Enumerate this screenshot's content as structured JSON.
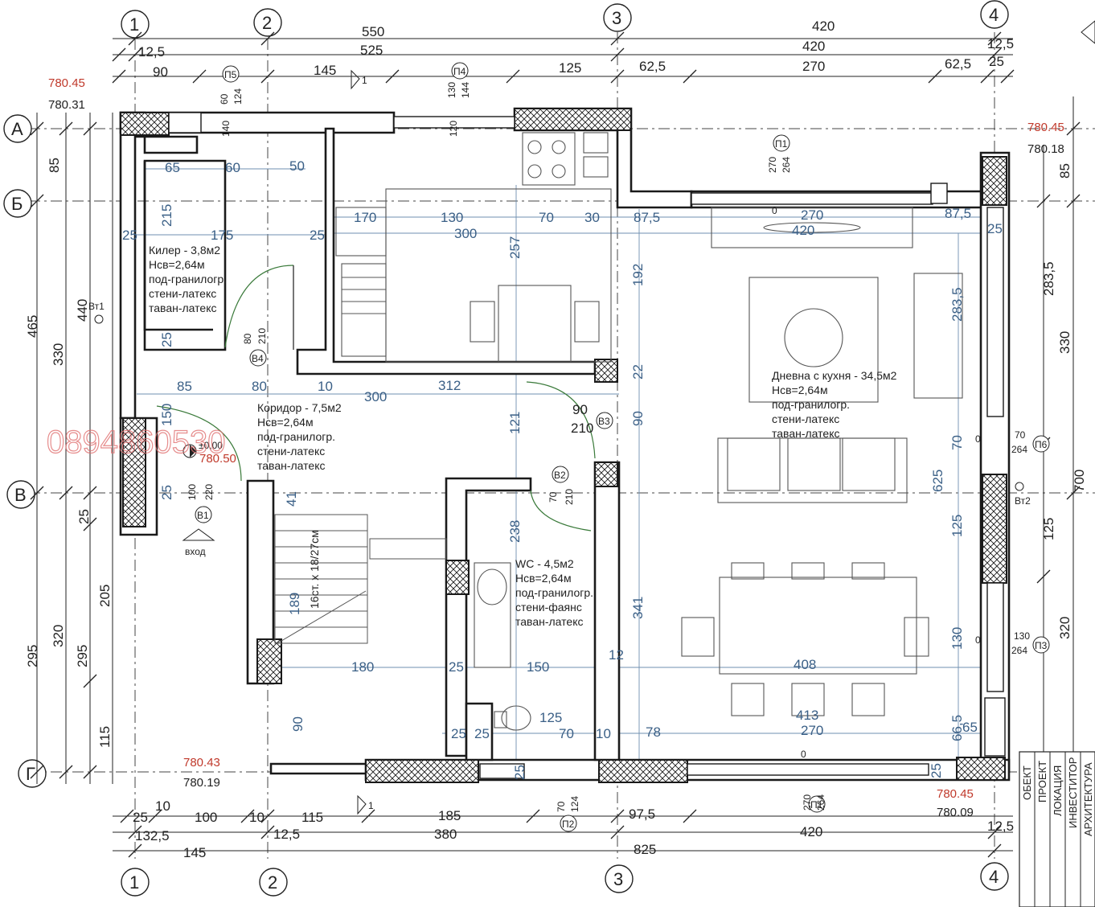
{
  "axes": {
    "top": [
      "1",
      "2",
      "3",
      "4"
    ],
    "left": [
      "А",
      "Б",
      "В",
      "Г"
    ]
  },
  "dims_top": {
    "row1": [
      "550",
      "420"
    ],
    "row2": [
      "12,5",
      "525",
      "420",
      "12,5"
    ],
    "row3": [
      "90",
      "145",
      "125",
      "62,5",
      "270",
      "62,5",
      "25"
    ],
    "openings": [
      "60",
      "124",
      "130",
      "144",
      "120",
      "140"
    ]
  },
  "dims_bottom": {
    "row1": [
      "25",
      "10",
      "100",
      "10",
      "115",
      "185",
      "97,5",
      "70",
      "124",
      "270",
      "264"
    ],
    "row2": [
      "132,5",
      "12,5",
      "380",
      "420",
      "12,5"
    ],
    "row3": [
      "145",
      "825"
    ]
  },
  "dims_left": [
    "85",
    "465",
    "440",
    "330",
    "25",
    "205",
    "320",
    "295",
    "295",
    "115"
  ],
  "dims_right": [
    "85",
    "283,5",
    "330",
    "700",
    "125",
    "320"
  ],
  "levels": {
    "tl_red": "780.45",
    "tl_black": "780.31",
    "tr_red": "780.45",
    "tr_black": "780.18",
    "bl_red": "780.43",
    "bl_black": "780.19",
    "br_red": "780.45",
    "br_black": "780.09",
    "entry_zero": "±0,00",
    "entry_red": "780.50"
  },
  "marks": {
    "p1": "П1",
    "p2": "П2",
    "p3": "П3",
    "p4": "П4",
    "p5": "П5",
    "p6": "П6",
    "v1": "В1",
    "v2": "В2",
    "v3": "В3",
    "v4": "В4",
    "vt1": "Вт1",
    "vt2": "Вт2",
    "entry": "вход",
    "section": "1",
    "p1_w": "270",
    "p1_h": "264",
    "p6_w": "70",
    "p6_h": "264",
    "p3_w": "130",
    "p3_h": "264",
    "v3_w": "90",
    "v3_h": "210",
    "v4_w": "80",
    "v4_h": "210",
    "v1_w": "100",
    "v1_h": "220",
    "v2_w": "70",
    "v2_h": "210",
    "zero": "0"
  },
  "rooms": {
    "pantry": [
      "Килер - 3,8м2",
      "Нсв=2,64м",
      "под-гранилогр.",
      "стени-латекс",
      "таван-латекс"
    ],
    "corridor": [
      "Коридор - 7,5м2",
      "Нсв=2,64м",
      "под-гранилогр.",
      "стени-латекс",
      "таван-латекс"
    ],
    "wc": [
      "WC - 4,5м2",
      "Нсв=2,64м",
      "под-гранилогр.",
      "стени-фаянс",
      "таван-латекс"
    ],
    "living": [
      "Дневна с кухня - 34,5м2",
      "Нсв=2,64м",
      "под-гранилогр.",
      "стени-латекс",
      "таван-латекс"
    ]
  },
  "inner_dims": [
    "65",
    "60",
    "50",
    "215",
    "25",
    "175",
    "25",
    "170",
    "130",
    "70",
    "30",
    "87,5",
    "270",
    "87,5",
    "300",
    "420",
    "25",
    "257",
    "192",
    "283,5",
    "25",
    "85",
    "80",
    "10",
    "312",
    "300",
    "22",
    "150",
    "121",
    "90",
    "70",
    "625",
    "25",
    "41",
    "238",
    "341",
    "125",
    "16ст. x 18/27см",
    "189",
    "180",
    "25",
    "150",
    "12",
    "408",
    "130",
    "413",
    "90",
    "25",
    "25",
    "125",
    "70",
    "10",
    "78",
    "270",
    "66,5",
    "65",
    "25",
    "25"
  ],
  "watermark": "0894860530",
  "title_block": [
    "ОБЕКТ",
    "ПРОЕКТ",
    "ЛОКАЦИЯ",
    "ИНВЕСТИТОР",
    "АРХИТЕКТУРА"
  ],
  "colors": {
    "wall": "#1a1a1a",
    "dimension_blue": "#3a5f86",
    "level_red": "#c0392b",
    "watermark": "#e07070"
  }
}
